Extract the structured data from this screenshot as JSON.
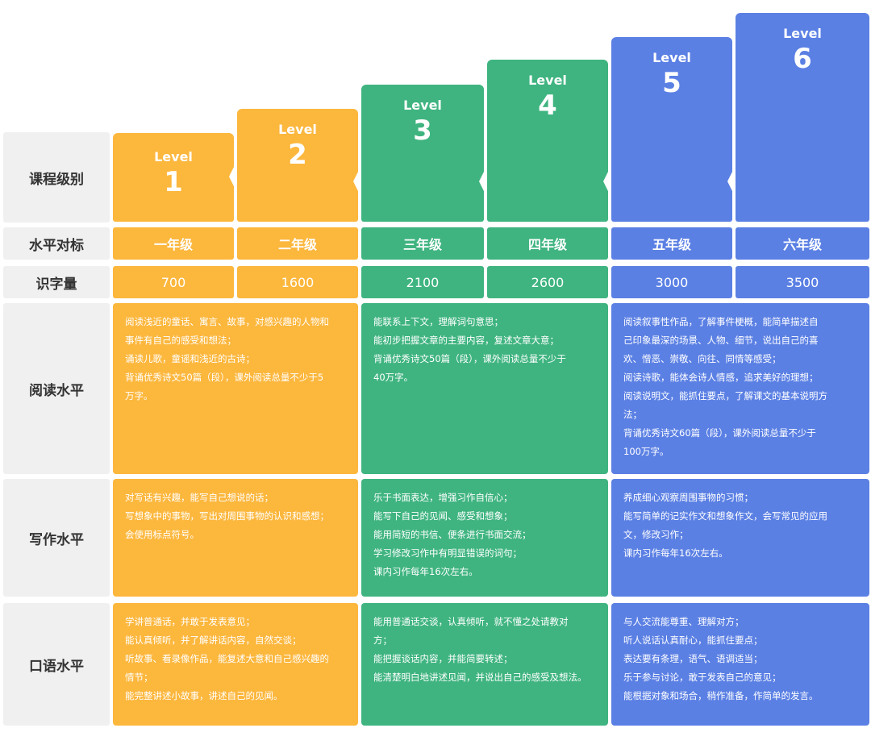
{
  "row_labels": {
    "level": "课程级别",
    "grade": "水平对标",
    "chars": "识字量",
    "reading": "阅读水平",
    "writing": "写作水平",
    "speaking": "口语水平"
  },
  "colors": {
    "yellow": "#fcb73d",
    "green": "#3fb480",
    "blue": "#5b80e4",
    "label_bg": "#f0f0f0"
  },
  "levels": [
    {
      "word": "Level",
      "num": "1",
      "grade": "一年级",
      "chars": "700"
    },
    {
      "word": "Level",
      "num": "2",
      "grade": "二年级",
      "chars": "1600"
    },
    {
      "word": "Level",
      "num": "3",
      "grade": "三年级",
      "chars": "2100"
    },
    {
      "word": "Level",
      "num": "4",
      "grade": "四年级",
      "chars": "2600"
    },
    {
      "word": "Level",
      "num": "5",
      "grade": "五年级",
      "chars": "3000"
    },
    {
      "word": "Level",
      "num": "6",
      "grade": "六年级",
      "chars": "3500"
    }
  ],
  "reading": [
    [
      "阅读浅近的童话、寓言、故事，对感兴趣的人物和",
      "事件有自己的感受和想法；",
      "诵读儿歌，童谣和浅近的古诗；",
      "背诵优秀诗文50篇（段），课外阅读总量不少于5",
      "万字。"
    ],
    [
      "能联系上下文，理解词句意思；",
      "能初步把握文章的主要内容，复述文章大意；",
      "背诵优秀诗文50篇（段），课外阅读总量不少于",
      "40万字。"
    ],
    [
      "阅读叙事性作品，了解事件梗概，能简单描述自",
      "己印象最深的场景、人物、细节，说出自己的喜",
      "欢、憎恶、崇敬、向往、同情等感受；",
      "阅读诗歌，能体会诗人情感，追求美好的理想；",
      "阅读说明文，能抓住要点，了解课文的基本说明方",
      "法；",
      "背诵优秀诗文60篇（段），课外阅读总量不少于",
      "100万字。"
    ]
  ],
  "writing": [
    [
      "对写话有兴趣，能写自己想说的话；",
      "写想象中的事物，写出对周围事物的认识和感想；",
      "会使用标点符号。"
    ],
    [
      "乐于书面表达，增强习作自信心；",
      "能写下自己的见闻、感受和想象；",
      "能用简短的书信、便条进行书面交流；",
      "学习修改习作中有明显错误的词句；",
      "课内习作每年16次左右。"
    ],
    [
      "养成细心观察周围事物的习惯；",
      "能写简单的记实作文和想象作文，会写常见的应用",
      "文，修改习作；",
      "课内习作每年16次左右。"
    ]
  ],
  "speaking": [
    [
      "学讲普通话，并敢于发表意见；",
      "能认真倾听，并了解讲话内容，自然交谈；",
      "听故事、看录像作品，能复述大意和自己感兴趣的",
      "情节；",
      "能完整讲述小故事，讲述自己的见闻。"
    ],
    [
      "能用普通话交谈，认真倾听，就不懂之处请教对",
      "方；",
      "能把握谈话内容，并能简要转述；",
      "能清楚明白地讲述见闻，并说出自己的感受及想法。"
    ],
    [
      "与人交流能尊重、理解对方；",
      "听人说话认真耐心，能抓住要点；",
      "表达要有条理，语气、语调适当；",
      "乐于参与讨论，敢于发表自己的意见；",
      "能根据对象和场合，稍作准备，作简单的发言。"
    ]
  ]
}
